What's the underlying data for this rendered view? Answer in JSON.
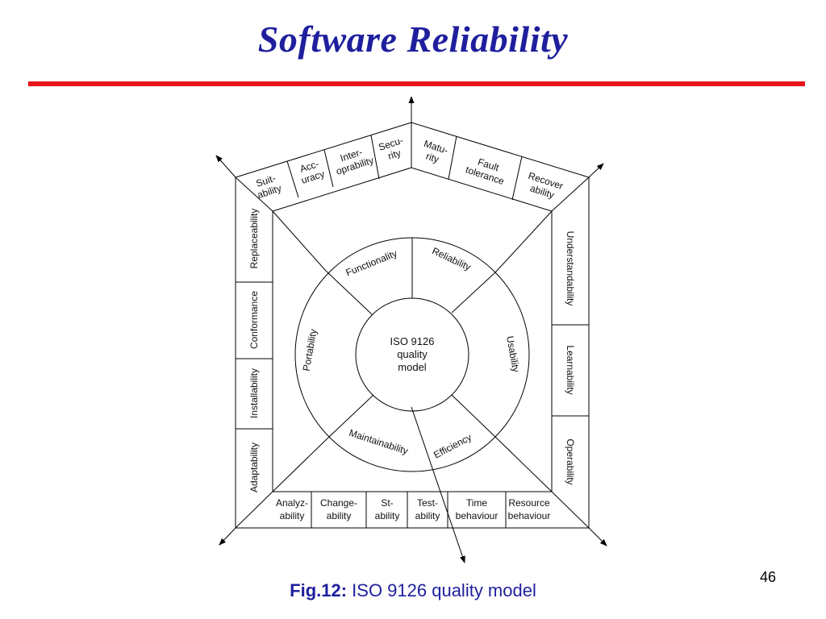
{
  "slide": {
    "title": "Software Reliability",
    "page_number": "46",
    "caption_prefix": "Fig.12:",
    "caption_text": " ISO 9126 quality model",
    "accent_color": "#e8141b",
    "title_color": "#1f1f9e"
  },
  "diagram": {
    "center": [
      "ISO 9126",
      "quality",
      "model"
    ],
    "characteristics": {
      "functionality": "Functionality",
      "reliability": "Reliability",
      "usability": "Usability",
      "efficiency": "Efficiency",
      "maintainability": "Maintainability",
      "portability": "Portability"
    },
    "top_left": [
      [
        "Suit-",
        "ability"
      ],
      [
        "Acc-",
        "uracy"
      ],
      [
        "Inter-",
        "oprability"
      ],
      [
        "Secu-",
        "rity"
      ]
    ],
    "top_right": [
      [
        "Matu-",
        "rity"
      ],
      [
        "Fault",
        "tolerance"
      ],
      [
        "Recover",
        "ability"
      ]
    ],
    "right": [
      "Understandability",
      "Learnability",
      "Operability"
    ],
    "bottom": [
      [
        "Analyz-",
        "ability"
      ],
      [
        "Change-",
        "ability"
      ],
      [
        "St-",
        "ability"
      ],
      [
        "Test-",
        "ability"
      ],
      [
        "Time",
        "behaviour"
      ],
      [
        "Resource",
        "behaviour"
      ]
    ],
    "left": [
      "Replaceability",
      "Conformance",
      "Installability",
      "Adaptability"
    ]
  }
}
